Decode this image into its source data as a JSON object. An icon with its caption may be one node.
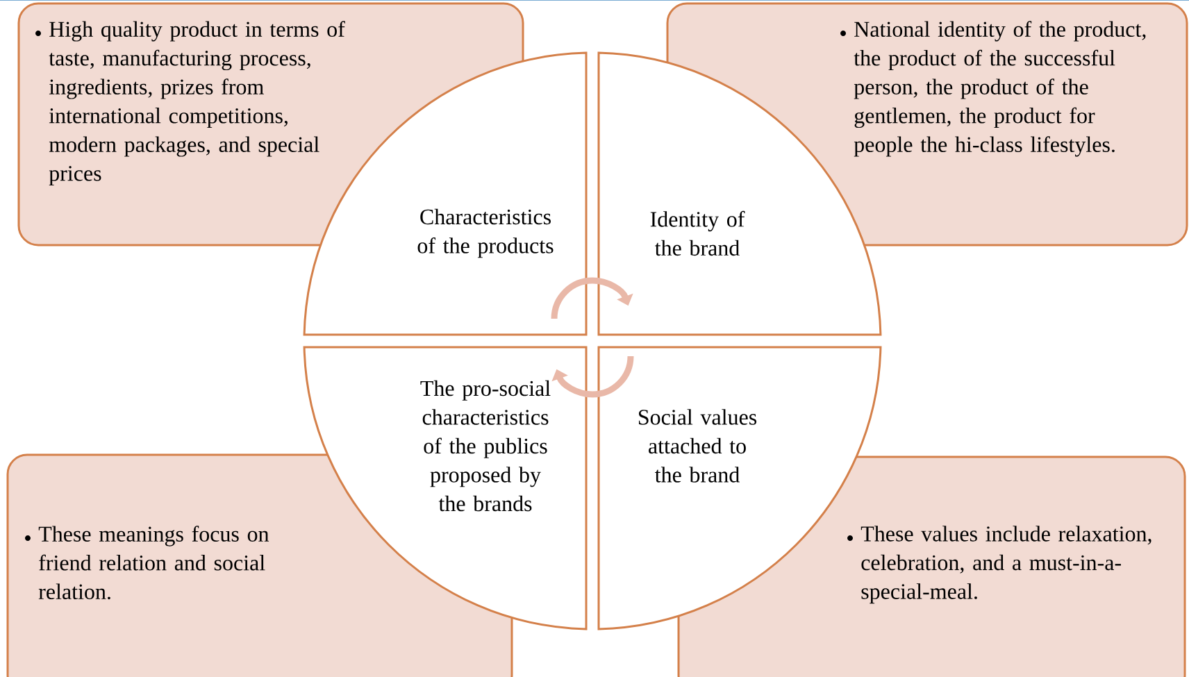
{
  "diagram": {
    "nodes": [
      {
        "text": [
          "High quality product in terms of taste, manufacturing process, ingredients, prizes from international competitions, modern packages, and special prices"
        ]
      },
      {
        "text": [
          "Characteristics of the products"
        ]
      },
      {
        "text": [
          "Identity of the brand"
        ]
      },
      {
        "text": [
          "National identity of the product, the product of the successful person, the product of the gentlemen, the product for people the hi-class lifestyles."
        ]
      },
      {
        "text": [
          "These meanings focus  on friend relation and  social relation."
        ]
      },
      {
        "text": [
          "The pro-social characteristics of the publics proposed by the brands"
        ]
      },
      {
        "text": [
          "Social values attached to the brand"
        ]
      },
      {
        "text": [
          "These values include relaxation, celebration, and a must-in-a-special-meal."
        ]
      }
    ],
    "edges": [
      {
        "from": 1,
        "to": 2,
        "arrow": "to"
      },
      {
        "from": 6,
        "to": 5,
        "arrow": "to"
      }
    ]
  }
}
